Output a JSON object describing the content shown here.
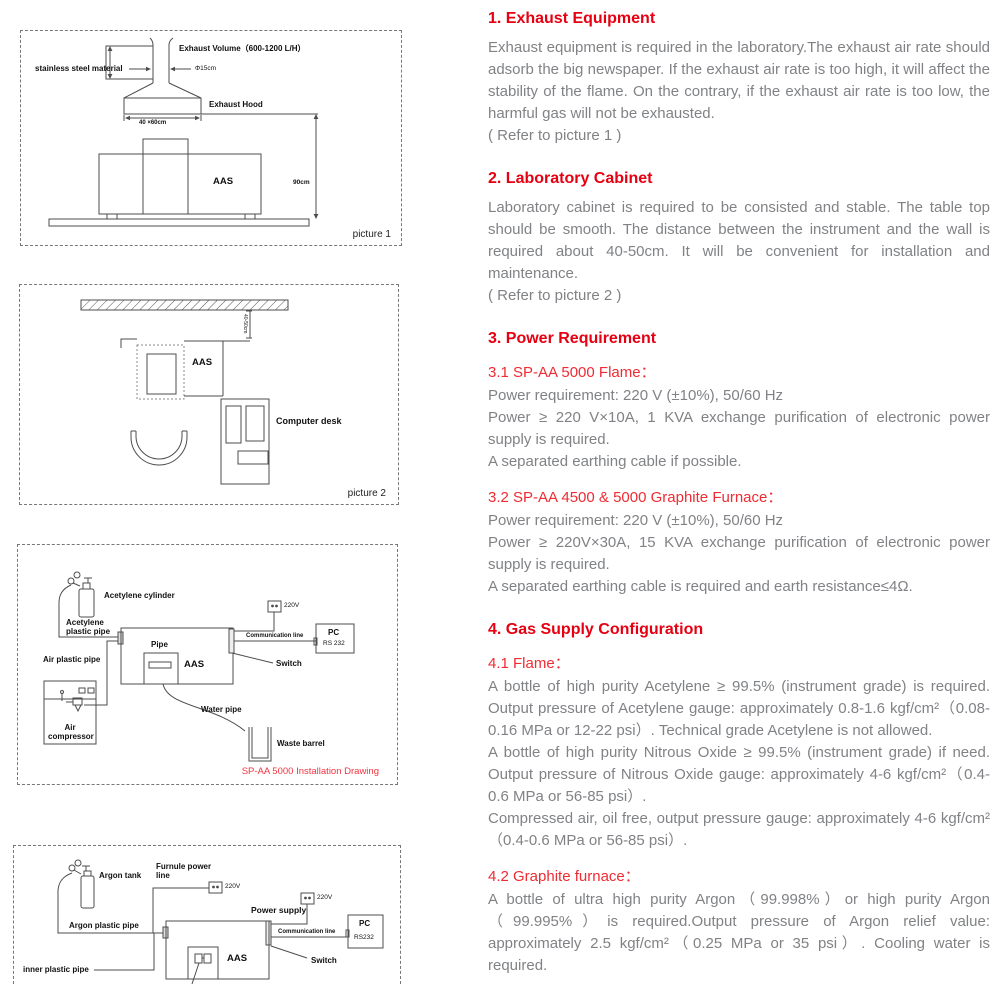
{
  "colors": {
    "heading_red": "#e60012",
    "subheading_red": "#ef2b33",
    "body_gray": "#808285",
    "diagram_caption_red": "#f4323e"
  },
  "sections": [
    {
      "heading": "1. Exhaust Equipment",
      "paras": [
        "Exhaust equipment is required in the laboratory.The exhaust air rate should adsorb the big newspaper. If the exhaust air rate is too high, it will affect the stability of the flame. On the contrary, if the exhaust air rate is too low,  the harmful gas will not be exhausted.",
        " ( Refer to picture 1 )"
      ]
    },
    {
      "heading": "2. Laboratory Cabinet",
      "paras": [
        "Laboratory cabinet is required to be consisted and stable. The table top should be smooth. The distance between the instrument and the wall is required about 40-50cm. It will be convenient for installation and maintenance.",
        "( Refer to picture 2 )"
      ]
    },
    {
      "heading": "3. Power Requirement",
      "subsections": [
        {
          "subhead": "3.1 SP-AA 5000 Flame：",
          "paras": [
            "Power requirement: 220 V (±10%), 50/60 Hz",
            "Power ≥ 220 V×10A, 1 KVA exchange purification of electronic power supply is required.",
            "A separated earthing cable if possible."
          ]
        },
        {
          "subhead": "3.2 SP-AA 4500 & 5000 Graphite Furnace：",
          "paras": [
            "Power requirement: 220 V (±10%), 50/60 Hz",
            "Power ≥ 220V×30A, 15 KVA exchange purification of electronic power supply is required.",
            "A separated earthing cable is required and earth resistance≤4Ω."
          ]
        }
      ]
    },
    {
      "heading": "4. Gas Supply Configuration",
      "subsections": [
        {
          "subhead": "4.1 Flame：",
          "paras": [
            "A bottle of high purity Acetylene ≥ 99.5% (instrument grade) is required. Output pressure of Acetylene gauge: approximately 0.8-1.6 kgf/cm²（0.08-0.16 MPa or 12-22 psi）. Technical grade Acetylene is not allowed.",
            "A bottle of high purity Nitrous Oxide ≥ 99.5% (instrument grade) if need. Output pressure of Nitrous Oxide gauge: approximately 4-6 kgf/cm²（0.4-0.6 MPa or 56-85 psi）.",
            "Compressed air, oil free, output pressure gauge: approximately 4-6 kgf/cm²（0.4-0.6 MPa or 56-85 psi）."
          ]
        },
        {
          "subhead": "4.2 Graphite furnace：",
          "paras": [
            "A bottle of ultra high purity Argon（99.998%）or high purity Argon（99.995%）is required.Output pressure of Argon relief value: approximately 2.5 kgf/cm²（0.25 MPa or 35 psi）. Cooling water is required."
          ]
        }
      ]
    }
  ],
  "pictures": {
    "p1": {
      "caption": "picture 1",
      "exhaust_volume": "Exhaust Volume（600-1200 L/H）",
      "stainless": "stainless steel material",
      "diameter": "Φ15cm",
      "exhaust_hood": "Exhaust Hood",
      "hood_dim": "40 ×60cm",
      "height_dim": "90cm",
      "aas": "AAS"
    },
    "p2": {
      "caption": "picture 2",
      "wall_dim": "40-50cm",
      "aas": "AAS",
      "computer_desk": "Computer desk"
    },
    "p3": {
      "caption": "SP-AA 5000 Installation Drawing",
      "acetylene_cylinder": "Acetylene cylinder",
      "acetylene_pipe": "Acetylene plastic pipe",
      "air_pipe": "Air plastic pipe",
      "air_compressor": "Air compressor",
      "pipe": "Pipe",
      "aas": "AAS",
      "v220": "220V",
      "comm": "Communication line",
      "pc": "PC",
      "rs232": "RS 232",
      "switch": "Switch",
      "water_pipe": "Water pipe",
      "waste_barrel": "Waste barrel"
    },
    "p4": {
      "argon_tank": "Argon tank",
      "furnace_power_line": "Furnule power line",
      "v220": "220V",
      "power_supply": "Power supply",
      "argon_pipe": "Argon plastic pipe",
      "comm": "Communication line",
      "pc": "PC",
      "rs232": "RS232",
      "aas": "AAS",
      "switch": "Switch",
      "inner_pipe": "inner plastic pipe"
    }
  }
}
